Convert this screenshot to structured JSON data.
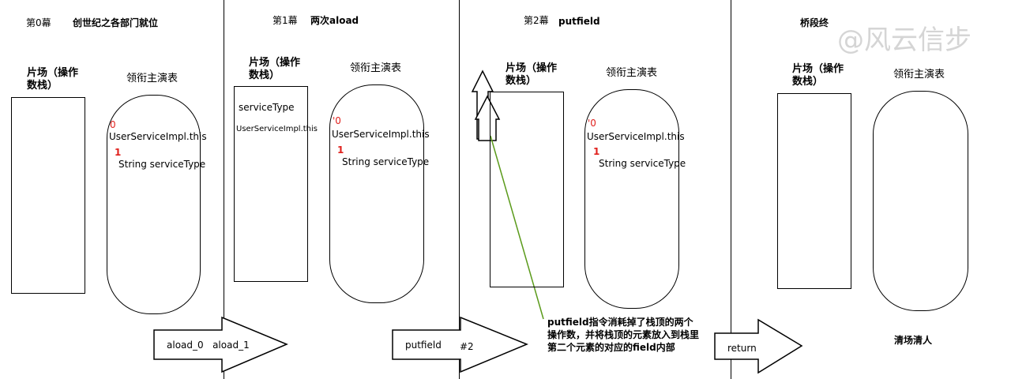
{
  "scenes": [
    {
      "scene_label": "第0幕",
      "title": "创世纪之各部门就位",
      "stack_label": "片场（操作数栈）",
      "lv_label": "领衔主演表",
      "stack_items": [],
      "lv_items": [
        {
          "index": "0",
          "value": "UserServiceImpl.this"
        },
        {
          "index": "1",
          "value": "String serviceType"
        }
      ],
      "arrow_text": "aload_0   aload_1"
    },
    {
      "scene_label": "第1幕",
      "title": "两次aload",
      "stack_label": "片场（操作数栈）",
      "lv_label": "领衔主演表",
      "stack_items": [
        "serviceType",
        "UserServiceImpl.this"
      ],
      "lv_items": [
        {
          "index": "'0",
          "value": "UserServiceImpl.this"
        },
        {
          "index": "1",
          "value": "String serviceType"
        }
      ],
      "arrow_text": "putfield",
      "arrow_extra": "#2"
    },
    {
      "scene_label": "第2幕",
      "title": "putfield",
      "stack_label": "片场（操作数栈）",
      "lv_label": "领衔主演表",
      "stack_items": [],
      "lv_items": [
        {
          "index": "'0",
          "value": "UserServiceImpl.this"
        },
        {
          "index": "1",
          "value": "String serviceType"
        }
      ],
      "note": "putfield指令消耗掉了栈顶的两个操作数，并将栈顶的元素放入到栈里第二个元素的对应的field内部",
      "arrow_text": "return"
    },
    {
      "title": "桥段终",
      "stack_label": "片场（操作数栈）",
      "lv_label": "领衔主演表",
      "footer": "清场清人"
    }
  ],
  "watermark": "@风云信步",
  "colors": {
    "index_red": "#e0211d",
    "note_line": "#5a9a1a",
    "line": "#000000"
  }
}
